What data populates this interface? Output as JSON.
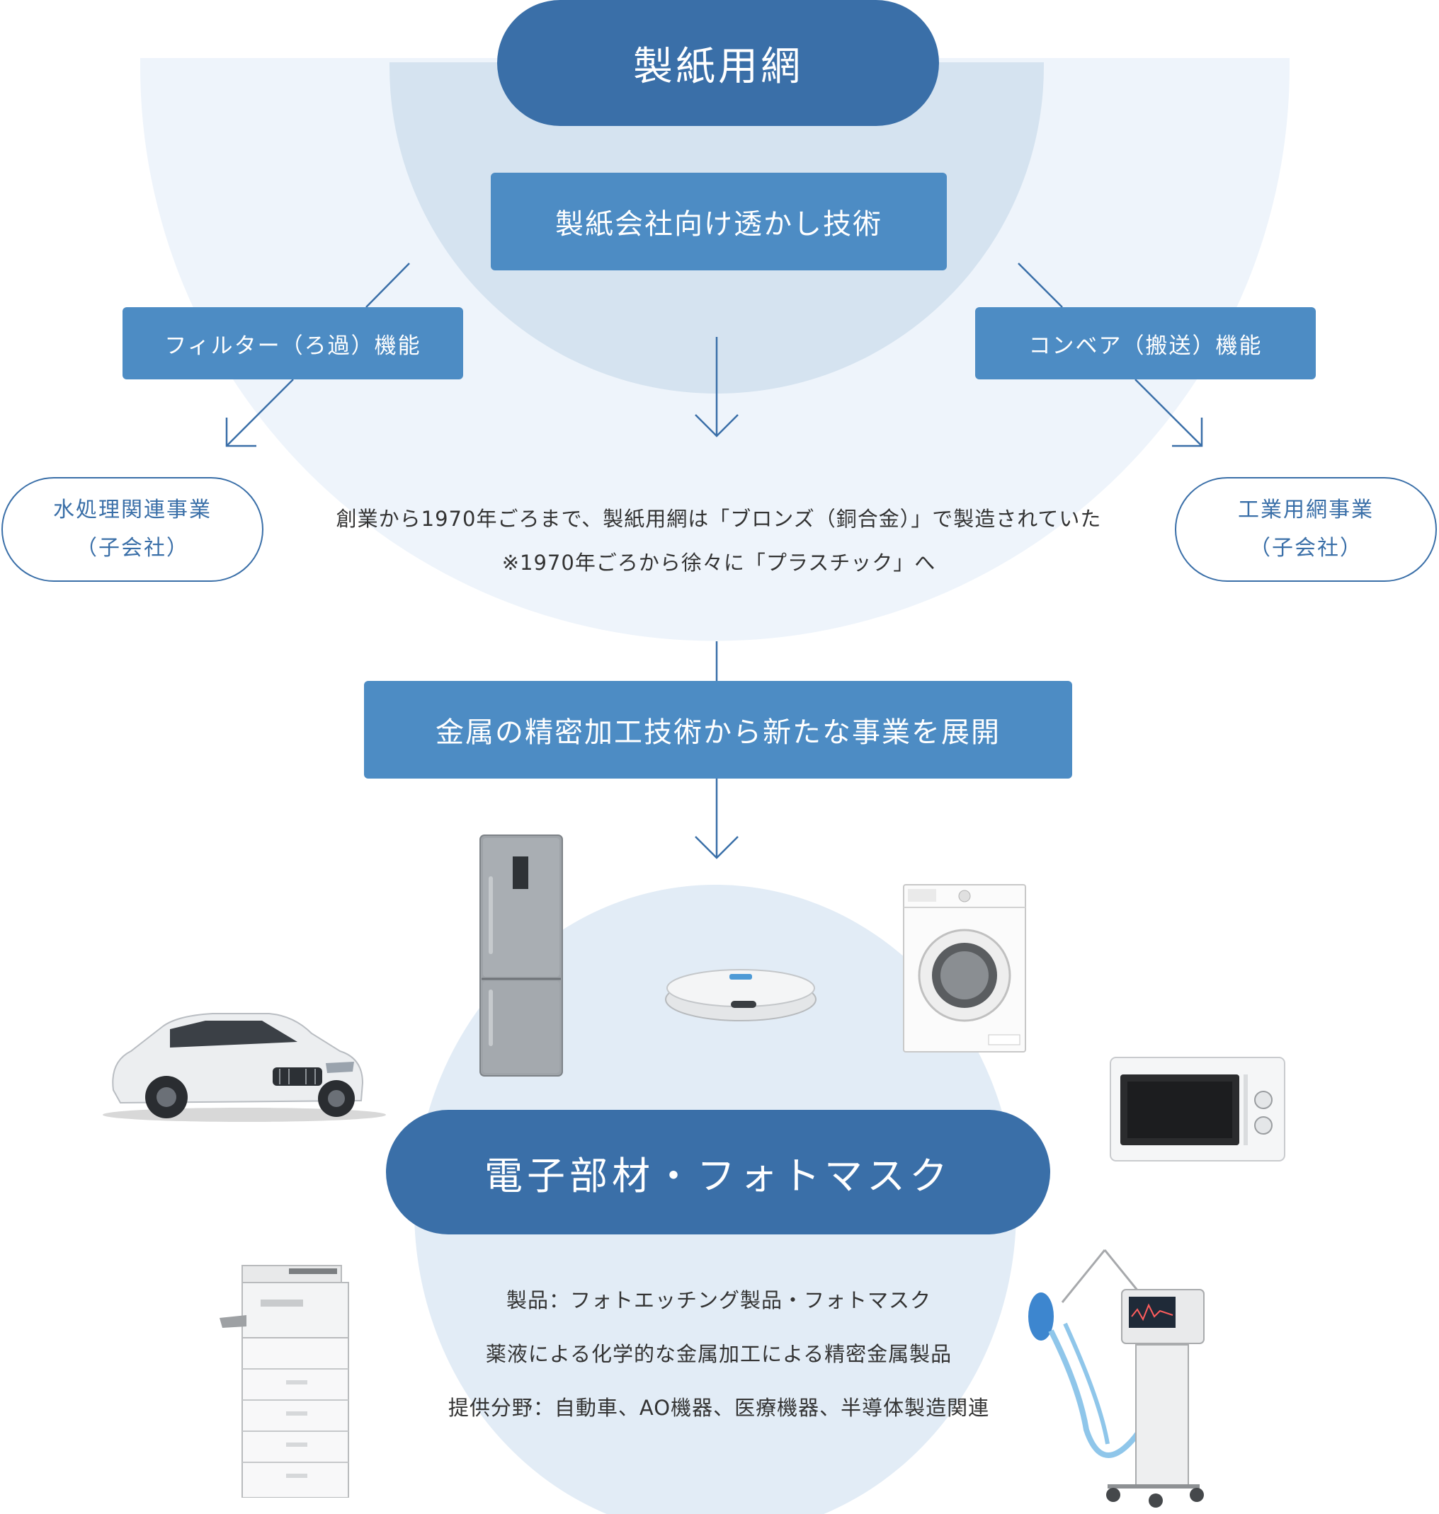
{
  "colors": {
    "dark_blue": "#3a6fa8",
    "mid_blue": "#4d8cc4",
    "pale_blue": "#eef4fb",
    "light_blue": "#d5e3f0",
    "text": "#333333"
  },
  "top": {
    "title": "製紙用網",
    "core_tech": "製紙会社向け透かし技術",
    "filter_function": "フィルター（ろ過）機能",
    "conveyor_function": "コンベア（搬送）機能",
    "left_business": {
      "line1": "水処理関連事業",
      "line2": "（子会社）"
    },
    "right_business": {
      "line1": "工業用網事業",
      "line2": "（子会社）"
    },
    "history_line1": "創業から1970年ごろまで、製紙用網は「ブロンズ（銅合金）」で製造されていた",
    "history_line2": "※1970年ごろから徐々に「プラスチック」へ"
  },
  "middle": {
    "expansion": "金属の精密加工技術から新たな事業を展開"
  },
  "bottom": {
    "title": "電子部材・フォトマスク",
    "products": "製品：フォトエッチング製品・フォトマスク",
    "description": "薬液による化学的な金属加工による精密金属製品",
    "fields": "提供分野：自動車、AO機器、医療機器、半導体製造関連"
  },
  "icons": [
    "car-image",
    "refrigerator-image",
    "robot-vacuum-image",
    "washing-machine-image",
    "microwave-image",
    "copier-image",
    "ventilator-image"
  ]
}
